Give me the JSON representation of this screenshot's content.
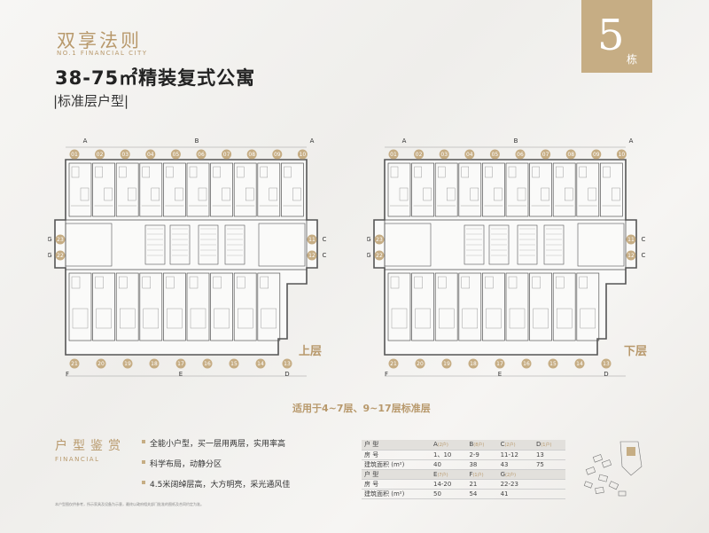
{
  "brand": {
    "title": "双享法则",
    "subtitle": "NO.1 FINANCIAL CITY"
  },
  "product": {
    "title": "38-75㎡精装复式公寓",
    "floor_tag": "|标准层户型|"
  },
  "badge": {
    "number": "5",
    "unit": "栋"
  },
  "plans": {
    "upper": {
      "tag": "上层",
      "top_numbers": [
        "01",
        "02",
        "03",
        "04",
        "05",
        "06",
        "07",
        "08",
        "09",
        "10"
      ],
      "bottom_numbers": [
        "21",
        "20",
        "19",
        "18",
        "17",
        "16",
        "15",
        "14",
        "13"
      ],
      "left_numbers": [
        "23",
        "22"
      ],
      "right_numbers": [
        "11",
        "12"
      ],
      "top_letters": [
        "A",
        "B",
        "A"
      ],
      "bottom_letters": [
        "F",
        "E",
        "D"
      ],
      "side_letters": [
        "G",
        "G",
        "C",
        "C"
      ]
    },
    "lower": {
      "tag": "下层",
      "top_numbers": [
        "01",
        "02",
        "03",
        "04",
        "05",
        "06",
        "07",
        "08",
        "09",
        "10"
      ],
      "bottom_numbers": [
        "21",
        "20",
        "19",
        "18",
        "17",
        "16",
        "15",
        "14",
        "13"
      ],
      "left_numbers": [
        "23",
        "22"
      ],
      "right_numbers": [
        "11",
        "12"
      ],
      "top_letters": [
        "A",
        "B",
        "A"
      ],
      "bottom_letters": [
        "F",
        "E",
        "D"
      ],
      "side_letters": [
        "G",
        "G",
        "C",
        "C"
      ]
    }
  },
  "applies_to": "适用于4~7层、9~17层标准层",
  "section": {
    "title": "户型鉴赏",
    "subtitle": "FINANCIAL"
  },
  "features": [
    "全能小户型，买一层用两层，实用率高",
    "科学布局，动静分区",
    "4.5米阔绰层高，大方明亮，采光通风佳"
  ],
  "spec_table": {
    "rows": [
      {
        "label": "户 型",
        "head": true,
        "cells": [
          {
            "name": "A",
            "count": "(2户)"
          },
          {
            "name": "B",
            "count": "(8户)"
          },
          {
            "name": "C",
            "count": "(2户)"
          },
          {
            "name": "D",
            "count": "(1户)"
          }
        ]
      },
      {
        "label": "房 号",
        "head": false,
        "cells": [
          {
            "name": "1、10"
          },
          {
            "name": "2-9"
          },
          {
            "name": "11-12"
          },
          {
            "name": "13"
          }
        ]
      },
      {
        "label": "建筑面积 (m²)",
        "head": false,
        "cells": [
          {
            "name": "40"
          },
          {
            "name": "38"
          },
          {
            "name": "43"
          },
          {
            "name": "75"
          }
        ]
      },
      {
        "label": "户 型",
        "head": true,
        "cells": [
          {
            "name": "E",
            "count": "(7户)"
          },
          {
            "name": "F",
            "count": "(1户)"
          },
          {
            "name": "G",
            "count": "(2户)"
          },
          {
            "name": ""
          }
        ]
      },
      {
        "label": "房 号",
        "head": false,
        "cells": [
          {
            "name": "14-20"
          },
          {
            "name": "21"
          },
          {
            "name": "22-23"
          },
          {
            "name": ""
          }
        ]
      },
      {
        "label": "建筑面积 (m²)",
        "head": false,
        "cells": [
          {
            "name": "50"
          },
          {
            "name": "54"
          },
          {
            "name": "41"
          },
          {
            "name": ""
          }
        ]
      }
    ]
  },
  "disclaimer": "本户型图仅供参考，所示家具及设备为示意，最终以政府相关部门批准的图纸及合同约定为准。",
  "colors": {
    "accent": "#c6ad84",
    "text": "#333333",
    "background": "#f4f3f1"
  }
}
